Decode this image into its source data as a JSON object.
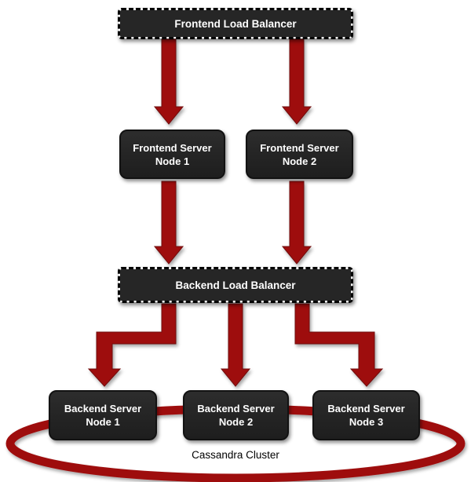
{
  "colors": {
    "accent_red": "#9e0f0f",
    "accent_red_dark": "#6f0808",
    "box_fill": "#262626",
    "box_text": "#ffffff",
    "cluster_text": "#000000"
  },
  "nodes": {
    "frontend_load_balancer": {
      "label": "Frontend Load Balancer"
    },
    "frontend_server_1": {
      "line1": "Frontend Server",
      "line2": "Node 1"
    },
    "frontend_server_2": {
      "line1": "Frontend Server",
      "line2": "Node 2"
    },
    "backend_load_balancer": {
      "label": "Backend Load Balancer"
    },
    "backend_server_1": {
      "line1": "Backend Server",
      "line2": "Node 1"
    },
    "backend_server_2": {
      "line1": "Backend Server",
      "line2": "Node 2"
    },
    "backend_server_3": {
      "line1": "Backend Server",
      "line2": "Node 3"
    }
  },
  "cluster": {
    "label": "Cassandra Cluster"
  }
}
